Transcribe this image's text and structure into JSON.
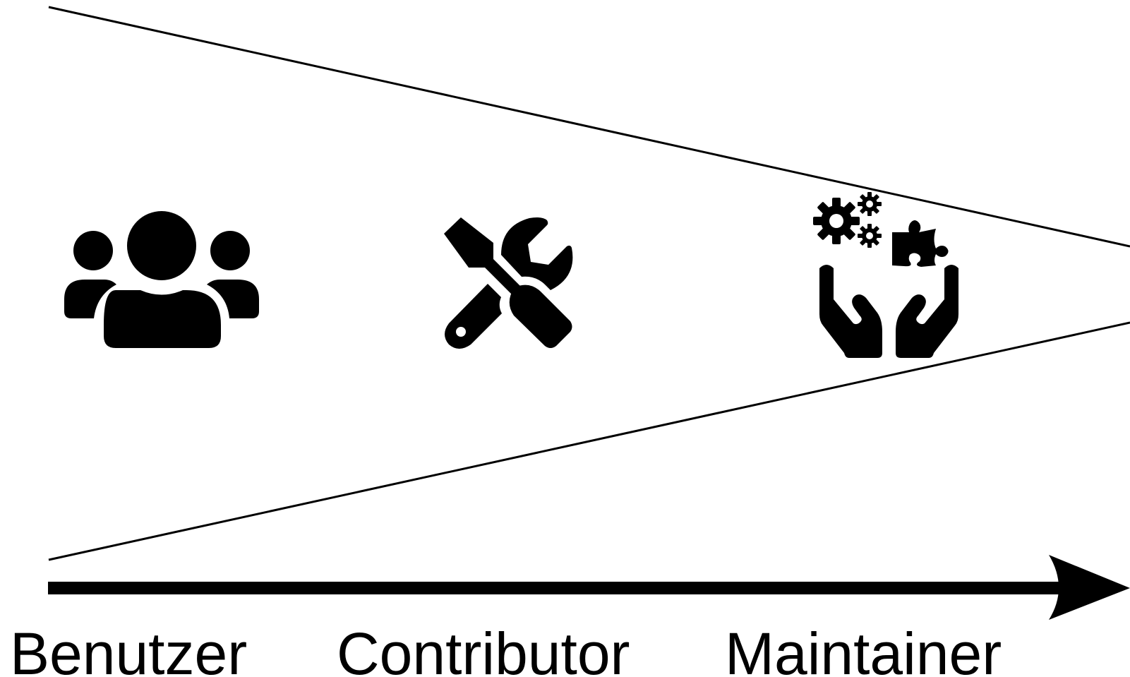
{
  "diagram": {
    "roles": [
      {
        "label": "Benutzer",
        "icon": "users-group-icon"
      },
      {
        "label": "Contributor",
        "icon": "tools-wrench-screwdriver-icon"
      },
      {
        "label": "Maintainer",
        "icon": "hands-gears-puzzle-icon"
      }
    ],
    "funnel": {
      "shape": "narrowing-funnel",
      "direction": "left-to-right"
    },
    "axis": {
      "shape": "arrow",
      "direction": "right"
    },
    "colors": {
      "stroke": "#000000",
      "fill": "#000000",
      "background": "#ffffff"
    }
  }
}
